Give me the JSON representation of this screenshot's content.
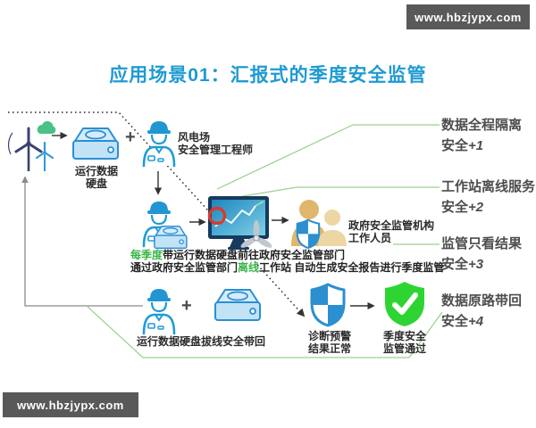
{
  "title": "应用场景01：汇报式的季度安全监管",
  "watermark_top": "www.hbzjypx.com",
  "watermark_bottom": "www.hbzjypx.com",
  "labels": {
    "hdd1_line1": "运行数据",
    "hdd1_line2": "硬盘",
    "engineer1_line1": "风电场",
    "engineer1_line2": "安全管理工程师",
    "gov_line1": "政府安全监管机构",
    "gov_line2": "工作人员",
    "note_line1_green": "每季度",
    "note_line1_rest": "带运行数据硬盘前往政府安全监管部门",
    "note_line2_pre": "通过政府安全监管部门",
    "note_line2_green": "离线",
    "note_line2_rest": "工作站 自动生成安全报告进行季度监管",
    "return_label": "运行数据硬盘拔线安全带回",
    "diagnosis_line1": "诊断预警",
    "diagnosis_line2": "结果正常",
    "pass_line1": "季度安全",
    "pass_line2": "监管通过",
    "plus1": "+",
    "plus2": "+"
  },
  "benefits": [
    {
      "line1": "数据全程隔离",
      "line2_prefix": "安全",
      "line2_suffix": "+1"
    },
    {
      "line1": "工作站离线服务",
      "line2_prefix": "安全",
      "line2_suffix": "+2"
    },
    {
      "line1": "监管只看结果",
      "line2_prefix": "安全",
      "line2_suffix": "+3"
    },
    {
      "line1": "数据原路带回",
      "line2_prefix": "安全",
      "line2_suffix": "+4"
    }
  ],
  "icons": {
    "wind_turbine": "wind-turbine-icon",
    "cloud": "green-cloud-icon",
    "hard_drive": "hard-drive-icon",
    "engineer": "engineer-icon",
    "monitor": "workstation-monitor-icon",
    "gov_staff": "government-staff-icon",
    "checker_shield": "diagnosis-shield-icon",
    "green_shield": "pass-shield-icon"
  },
  "colors": {
    "title_blue": "#1f9ad3",
    "icon_blue": "#2196d3",
    "green_text": "#3bb54a",
    "benefit_gray": "#4d4d4d",
    "shield_green": "#2ed532",
    "alert_red": "#d93a2b",
    "staff_tan": "#e0b66c",
    "connector_green": "#9ccf8f",
    "watermark_bg": "#595959"
  }
}
